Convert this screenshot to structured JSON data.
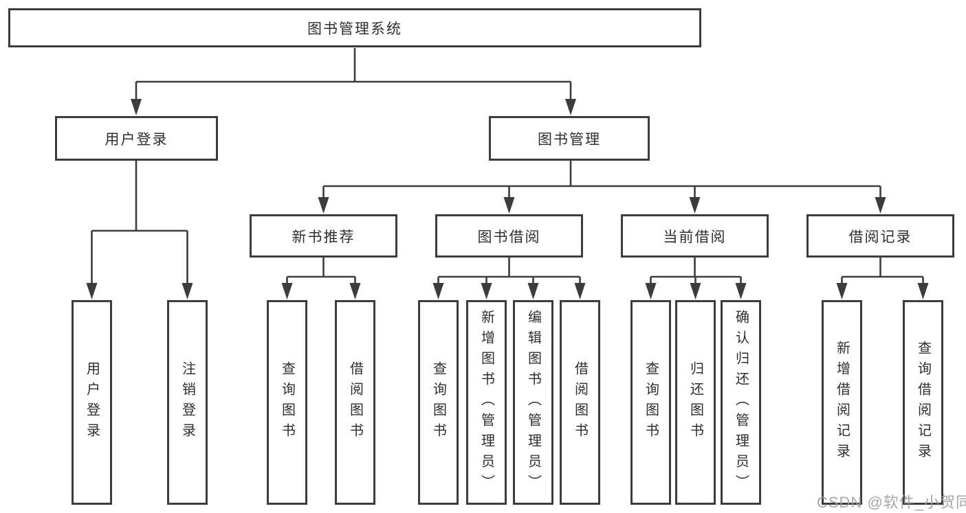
{
  "diagram": {
    "root": {
      "label": "图书管理系统"
    },
    "branches": {
      "user_login": {
        "label": "用户登录"
      },
      "book_management": {
        "label": "图书管理"
      }
    },
    "modules": {
      "new_book_recommend": {
        "label": "新书推荐"
      },
      "book_borrowing": {
        "label": "图书借阅"
      },
      "current_borrowing": {
        "label": "当前借阅"
      },
      "borrowing_records": {
        "label": "借阅记录"
      }
    },
    "leaves": {
      "user_login": {
        "label": "用户登录"
      },
      "logout": {
        "label": "注销登录"
      },
      "query_books_a": {
        "label": "查询图书"
      },
      "borrow_books_a": {
        "label": "借阅图书"
      },
      "query_books_b": {
        "label": "查询图书"
      },
      "add_book_admin": {
        "label": "新增图书（管理员）"
      },
      "edit_book_admin": {
        "label": "编辑图书（管理员）"
      },
      "borrow_books_b": {
        "label": "借阅图书"
      },
      "query_books_c": {
        "label": "查询图书"
      },
      "return_book": {
        "label": "归还图书"
      },
      "confirm_return_admin": {
        "label": "确认归还（管理员）"
      },
      "add_borrow_record": {
        "label": "新增借阅记录"
      },
      "query_borrow_record": {
        "label": "查询借阅记录"
      }
    }
  },
  "watermark": {
    "text": "CSDN @软件_小贺同学"
  },
  "colors": {
    "line": "#3c3c3c",
    "text": "#2e2e2e",
    "watermark": "#9e9e9e",
    "background": "#ffffff"
  }
}
